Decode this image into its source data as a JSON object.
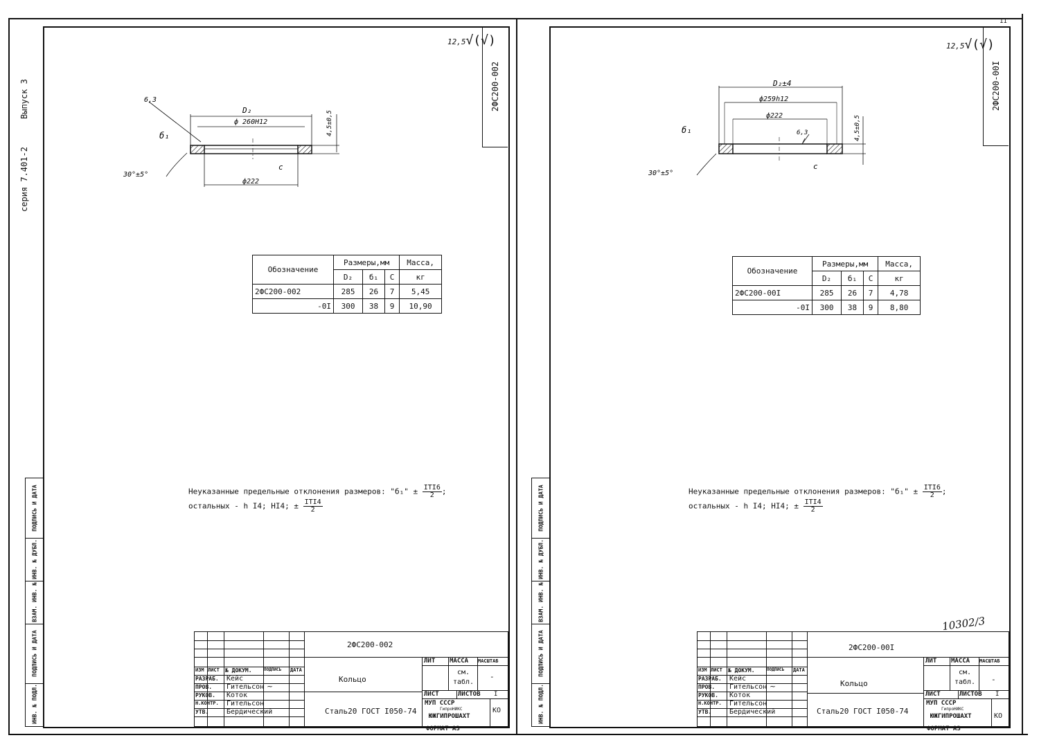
{
  "left_sheet": {
    "code_vertical": "2ФС200-002",
    "roughness": "12,5",
    "series": "серия 7.401-2",
    "issue": "Выпуск 3",
    "drawing": {
      "roughness_local": "6,3",
      "dim_outer": "D₂",
      "dim_bore": "ф 260Н12",
      "dim_inner": "ф222",
      "dim_height": "4,5±0,5",
      "angle": "30°±5°",
      "b1": "б₁",
      "c": "c"
    },
    "table": {
      "headers": {
        "designation": "Обозначение",
        "sizes": "Размеры,мм",
        "mass": "Масса,",
        "mass_unit": "кг",
        "d2": "D₂",
        "b1": "б₁",
        "c": "C"
      },
      "rows": [
        {
          "designation": "2ФС200-002",
          "d2": "285",
          "b1": "26",
          "c": "7",
          "mass": "5,45"
        },
        {
          "designation": "-0I",
          "d2": "300",
          "b1": "38",
          "c": "9",
          "mass": "10,90"
        }
      ]
    },
    "note": {
      "line1": "Неуказанные предельные отклонения размеров: \"б₁\" ±",
      "frac1_num": "IТI6",
      "frac1_den": "2",
      "line1_end": ";",
      "line2": "остальных - h I4; HI4; ±",
      "frac2_num": "IТI4",
      "frac2_den": "2"
    },
    "title_block": {
      "code": "2ФС200-002",
      "name": "Кольцо",
      "material": "Сталь20 ГОСТ I050-74",
      "lit": "ЛИТ",
      "massa": "МАССА",
      "masshtab": "МАСШТАБ",
      "mass_value": "см. табл.",
      "scale_value": "-",
      "list": "ЛИСТ",
      "listov": "ЛИСТОВ",
      "listov_value": "I",
      "org1": "МУП",
      "org2": "СССР",
      "org3": "ГипроНИКС",
      "org4": "ЮЖГИПРОШАХТ",
      "ko": "КО",
      "format": "ФОРМАТ А3",
      "header_cols": [
        "ИЗМ",
        "ЛИСТ",
        "№ ДОКУМ.",
        "ПОДПИСЬ",
        "ДАТА"
      ],
      "roles": [
        {
          "role": "РАЗРАБ.",
          "name": "Кейс"
        },
        {
          "role": "ПРОВ.",
          "name": "Гительсон"
        },
        {
          "role": "РУКОВ.",
          "name": "Коток"
        },
        {
          "role": "Н.КОНТР.",
          "name": "Гительсон"
        },
        {
          "role": "УТВ.",
          "name": "Бердический"
        }
      ]
    },
    "side_strip": [
      "ИНВ. № ПОДЛ.",
      "ПОДПИСЬ И ДАТА",
      "ВЗАМ. ИНВ. №",
      "ИНВ. № ДУБЛ.",
      "ПОДПИСЬ И ДАТА"
    ]
  },
  "right_sheet": {
    "code_vertical": "2ФС200-00I",
    "roughness": "12,5",
    "sheet_number": "11",
    "archive_number": "10302/3",
    "drawing": {
      "roughness_local": "6,3",
      "dim_outer": "D₂±4",
      "dim_bore": "ф259h12",
      "dim_inner": "ф222",
      "dim_height": "4,5±0,5",
      "angle": "30°±5°",
      "b1": "б₁",
      "c": "c"
    },
    "table": {
      "headers": {
        "designation": "Обозначение",
        "sizes": "Размеры,мм",
        "mass": "Масса,",
        "mass_unit": "кг",
        "d2": "D₂",
        "b1": "б₁",
        "c": "C"
      },
      "rows": [
        {
          "designation": "2ФС200-00I",
          "d2": "285",
          "b1": "26",
          "c": "7",
          "mass": "4,78"
        },
        {
          "designation": "-0I",
          "d2": "300",
          "b1": "38",
          "c": "9",
          "mass": "8,80"
        }
      ]
    },
    "note": {
      "line1": "Неуказанные предельные отклонения размеров: \"б₁\" ±",
      "frac1_num": "IТI6",
      "frac1_den": "2",
      "line1_end": ";",
      "line2": "остальных - h I4; HI4; ±",
      "frac2_num": "IТI4",
      "frac2_den": "2"
    },
    "title_block": {
      "code": "2ФС200-00I",
      "name": "Кольцо",
      "material": "Сталь20 ГОСТ I050-74",
      "lit": "ЛИТ",
      "massa": "МАССА",
      "masshtab": "МАСШТАБ",
      "mass_value": "см. табл.",
      "scale_value": "-",
      "list": "ЛИСТ",
      "listov": "ЛИСТОВ",
      "listov_value": "I",
      "org1": "МУП",
      "org2": "СССР",
      "org3": "ГипроНИКС",
      "org4": "ЮЖГИПРОШАХТ",
      "ko": "КО",
      "format": "ФОРМАТ А3",
      "header_cols": [
        "ИЗМ",
        "ЛИСТ",
        "№ ДОКУМ.",
        "ПОДПИСЬ",
        "ДАТА"
      ],
      "roles": [
        {
          "role": "РАЗРАБ.",
          "name": "Кейс"
        },
        {
          "role": "ПРОВ.",
          "name": "Гительсон"
        },
        {
          "role": "РУКОВ.",
          "name": "Коток"
        },
        {
          "role": "Н.КОНТР.",
          "name": "Гительсон"
        },
        {
          "role": "УТВ.",
          "name": "Бердический"
        }
      ]
    },
    "side_strip": [
      "ИНВ. № ПОДЛ.",
      "ПОДПИСЬ И ДАТА",
      "ВЗАМ. ИНВ. №",
      "ИНВ. № ДУБЛ.",
      "ПОДПИСЬ И ДАТА"
    ]
  }
}
